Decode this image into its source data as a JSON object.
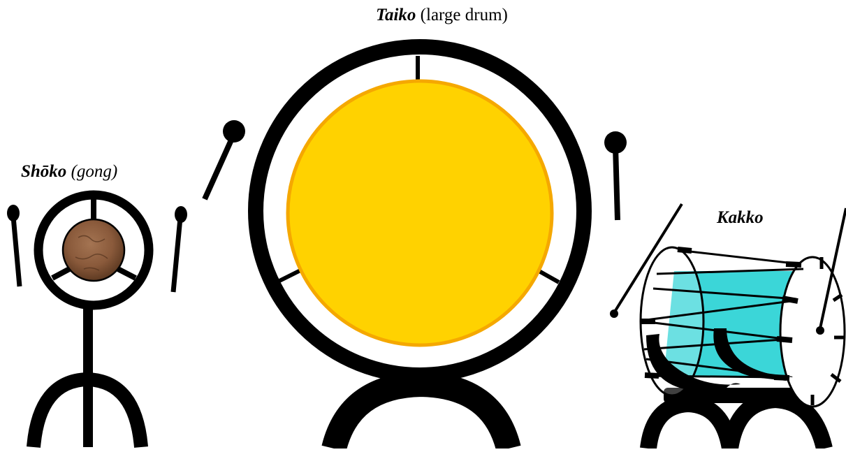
{
  "labels": {
    "taiko_name": "Taiko",
    "taiko_desc": " (large drum)",
    "shoko_name": "Shōko",
    "shoko_desc": " (gong)",
    "kakko_name": "Kakko"
  },
  "colors": {
    "ink": "#000000",
    "taiko_drumhead": "#FFD200",
    "taiko_drumhead_rim": "#F5A800",
    "shoko_gong": "#8A5A3B",
    "kakko_body": "#3BD6D8",
    "background": "#FFFFFF"
  }
}
